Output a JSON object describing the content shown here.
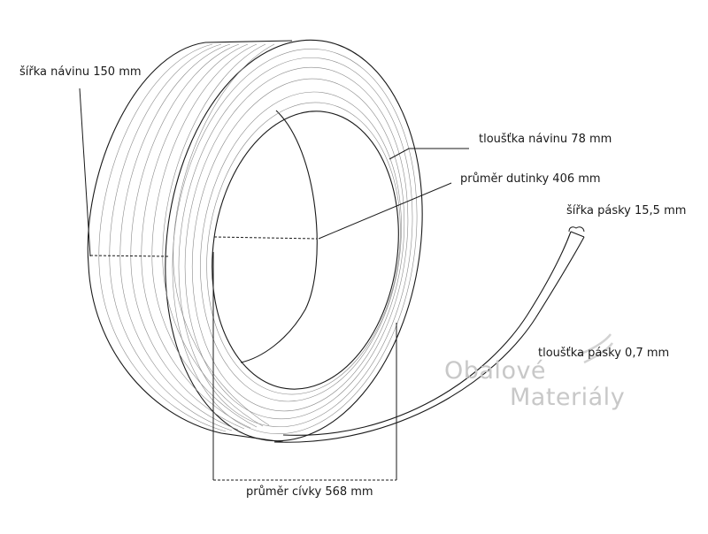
{
  "labels": {
    "winding_width": "šířka návinu 150 mm",
    "winding_thickness": "tloušťka návinu 78 mm",
    "core_diameter": "průměr dutinky 406 mm",
    "tape_width": "šířka pásky 15,5 mm",
    "tape_thickness": "tloušťka pásky 0,7 mm",
    "coil_diameter": "průměr cívky 568 mm"
  },
  "watermark": {
    "line1": "Obalové",
    "line2": "Materiály"
  },
  "colors": {
    "line": "#1a1a1a",
    "winding": "#8a8a8a",
    "watermark": "#c8c8c8"
  }
}
